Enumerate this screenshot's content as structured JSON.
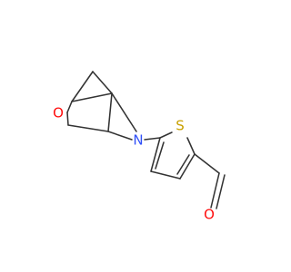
{
  "molecule": {
    "atoms": {
      "oxygen_ring": {
        "label": "O",
        "color": "#ff0d0d"
      },
      "nitrogen": {
        "label": "N",
        "color": "#3050f8"
      },
      "sulfur": {
        "label": "S",
        "color": "#c8a000"
      },
      "aldehyde_oxygen": {
        "label": "O",
        "color": "#ff0d0d"
      }
    },
    "bond_color": "#333333"
  }
}
